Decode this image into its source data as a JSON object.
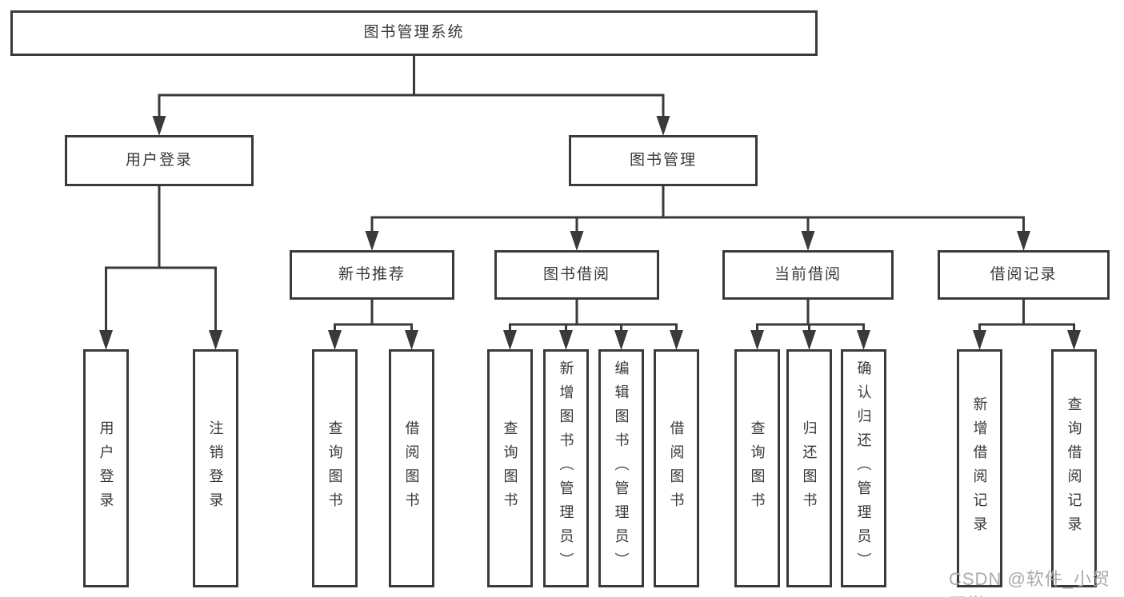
{
  "diagram": {
    "root": {
      "label": "图书管理系统"
    },
    "level2": [
      {
        "label": "用户登录",
        "children": [
          {
            "label": "用户登录"
          },
          {
            "label": "注销登录"
          }
        ]
      },
      {
        "label": "图书管理",
        "children": [
          {
            "label": "新书推荐",
            "children": [
              {
                "label": "查询图书"
              },
              {
                "label": "借阅图书"
              }
            ]
          },
          {
            "label": "图书借阅",
            "children": [
              {
                "label": "查询图书"
              },
              {
                "label": "新增图书（管理员）"
              },
              {
                "label": "编辑图书（管理员）"
              },
              {
                "label": "借阅图书"
              }
            ]
          },
          {
            "label": "当前借阅",
            "children": [
              {
                "label": "查询图书"
              },
              {
                "label": "归还图书"
              },
              {
                "label": "确认归还（管理员）"
              }
            ]
          },
          {
            "label": "借阅记录",
            "children": [
              {
                "label": "新增借阅记录"
              },
              {
                "label": "查询借阅记录"
              }
            ]
          }
        ]
      }
    ]
  },
  "watermark": {
    "text": "CSDN @软件_小贺同学"
  },
  "colors": {
    "line": "#3a3a3a",
    "text": "#383838",
    "background": "#ffffff",
    "watermark": "#a9a9a9"
  }
}
